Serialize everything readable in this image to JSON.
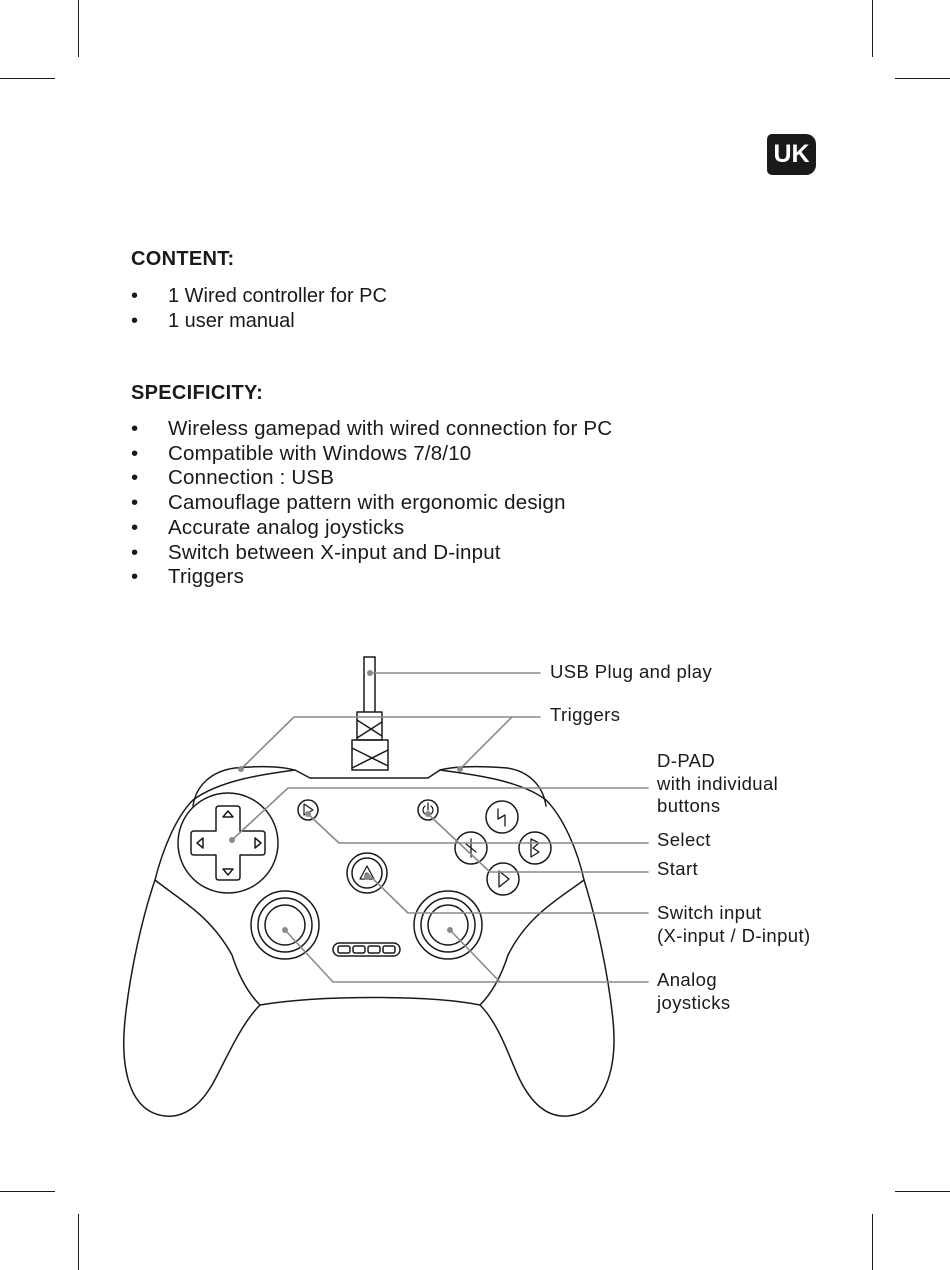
{
  "badge": "UK",
  "content": {
    "heading": "CONTENT:",
    "items": [
      "1 Wired controller for PC",
      "1 user manual"
    ]
  },
  "specificity": {
    "heading": "SPECIFICITY:",
    "items": [
      "Wireless gamepad with wired connection for PC",
      "Compatible with Windows 7/8/10",
      "Connection : USB",
      "Camouflage pattern with ergonomic design",
      "Accurate analog joysticks",
      "Switch between X-input and D-input",
      "Triggers"
    ]
  },
  "diagram": {
    "callouts": {
      "usb": "USB Plug and play",
      "triggers": "Triggers",
      "dpad": "D-PAD\nwith individual\nbuttons",
      "select": "Select",
      "start": "Start",
      "switch": "Switch input\n(X-input / D-input)",
      "analog": "Analog\njoysticks"
    }
  }
}
